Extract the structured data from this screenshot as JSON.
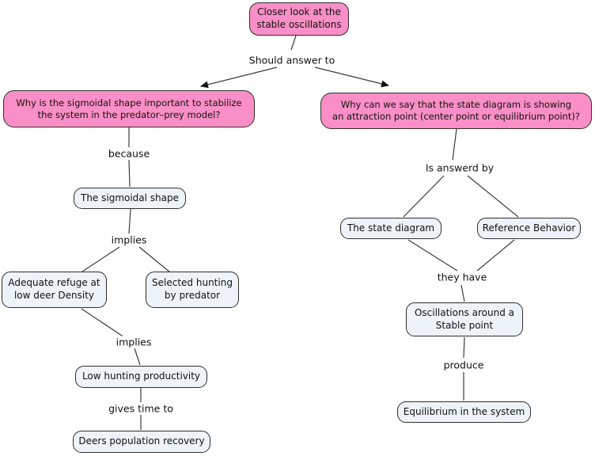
{
  "diagram": {
    "type": "concept-map",
    "colors": {
      "background": "#ffffff",
      "question_node_fill": "#fa8ec6",
      "concept_node_fill": "#edf3f8",
      "node_border": "#2e2e2e",
      "line": "#3c3c3c",
      "text": "#111111"
    },
    "nodes": {
      "root": {
        "text": "Closer look at the\nstable oscillations"
      },
      "question_left": {
        "text": "Why is the sigmoidal shape important to stabilize\nthe system in the predator–prey model?"
      },
      "question_right": {
        "text": "Why can we say that the state diagram is showing\nan attraction point (center point or equilibrium point)?"
      },
      "sigmoidal_shape": {
        "text": "The sigmoidal shape"
      },
      "adequate_refuge": {
        "text": "Adequate refuge at\nlow deer Density"
      },
      "selected_hunting": {
        "text": "Selected hunting\nby predator"
      },
      "low_hunting_productivity": {
        "text": "Low hunting productivity"
      },
      "deers_population_recovery": {
        "text": "Deers population recovery"
      },
      "state_diagram": {
        "text": "The state diagram"
      },
      "reference_behavior": {
        "text": "Reference Behavior"
      },
      "oscillations": {
        "text": "Oscillations around a\nStable point"
      },
      "equilibrium": {
        "text": "Equilibrium in the system"
      }
    },
    "links": {
      "should_answer_to": "Should answer to",
      "because": "because",
      "implies_1": "implies",
      "implies_2": "implies",
      "gives_time_to": "gives time to",
      "is_answerd_by": "Is answerd by",
      "they_have": "they have",
      "produce": "produce"
    }
  }
}
